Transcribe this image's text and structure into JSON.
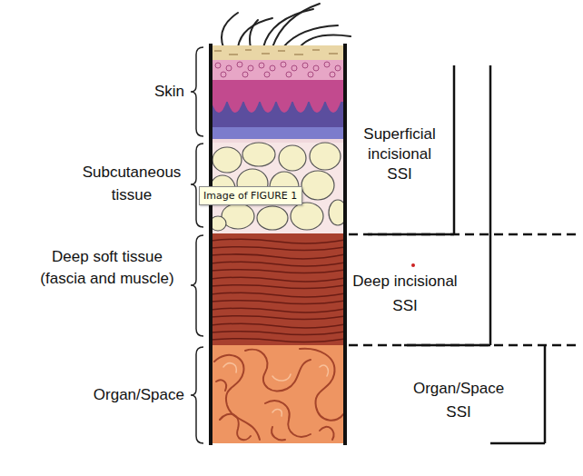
{
  "diagram": {
    "nodes": [
      {
        "text": [
          "Image of FIGURE 1"
        ]
      }
    ],
    "labels": [
      "Skin",
      "Subcutaneous tissue",
      "Deep soft tissue (fascia and muscle)",
      "Organ/Space",
      "Superficial incisional SSI",
      "Deep incisional SSI",
      "Organ/Space SSI"
    ]
  }
}
